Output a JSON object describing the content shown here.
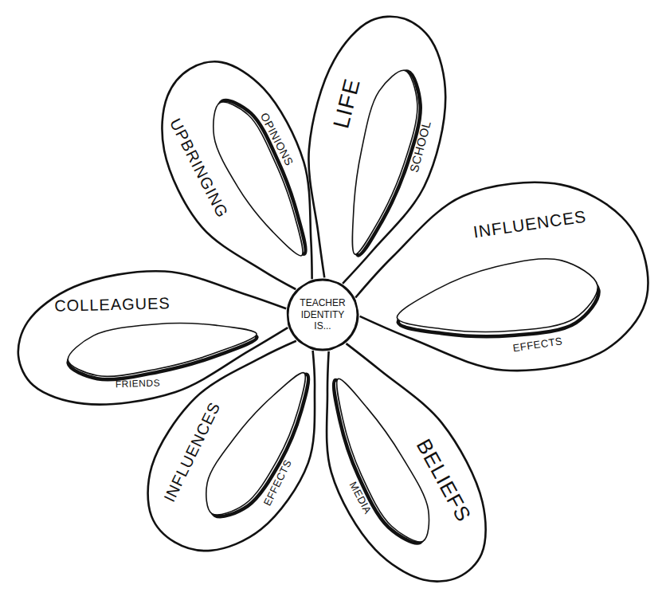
{
  "diagram": {
    "nodes": [
      {
        "text": [
          "TEACHER IDENTITY IS..."
        ]
      },
      {
        "text": [
          "UPBRINGING",
          "OPINIONS"
        ]
      },
      {
        "text": [
          "LIFE",
          "SCHOOL"
        ]
      },
      {
        "text": [
          "INFLUENCES",
          "EFFECTS"
        ]
      },
      {
        "text": [
          "BELIEFS",
          "MEDIA"
        ]
      },
      {
        "text": [
          "INFLUENCES",
          "EFFECTS"
        ]
      },
      {
        "text": [
          "COLLEAGUES",
          "FRIENDS"
        ]
      }
    ]
  }
}
